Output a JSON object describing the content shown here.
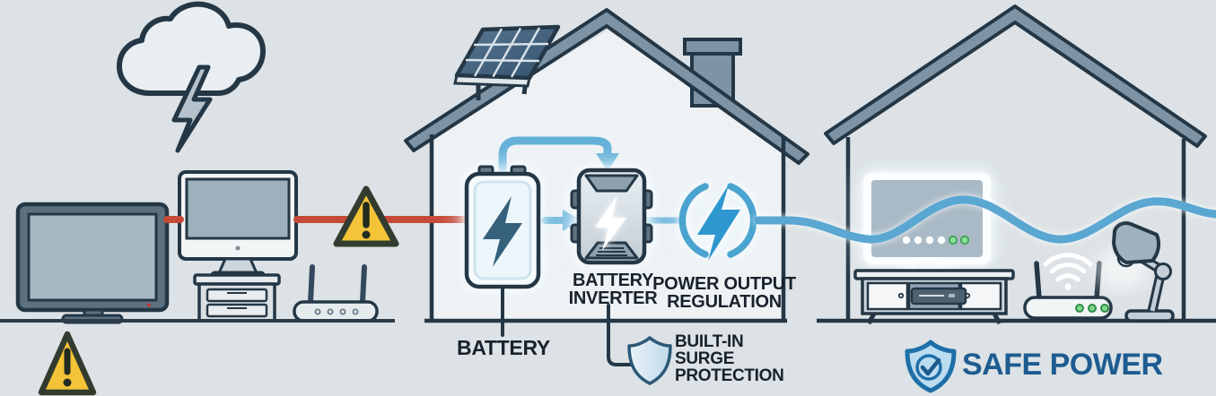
{
  "title": "Battery inverter surge protection diagram",
  "labels": {
    "battery": "BATTERY",
    "battery_inverter": "BATTERY\nINVERTER",
    "power_output_regulation": "POWER OUTPUT\nREGULATION",
    "built_in_surge_protection": "BUILT-IN\nSURGE\nPROTECTION",
    "safe_power": "SAFE POWER"
  },
  "colors": {
    "background": "#dce2e5",
    "house_interior": "#eef2f5",
    "outline": "#243746",
    "roof": "#7e93a3",
    "hazard_line_red": "#c64a38",
    "power_line_blue": "#5aa7d2",
    "arrow_blue": "#63b0d8",
    "accent_bolt_blue": "#2f97cf",
    "battery_bolt_blue": "#35617d",
    "warning_yellow": "#f4c337",
    "warning_border": "#323c2e",
    "led_green": "#7fd98c",
    "safe_power_text_blue": "#1d5c91",
    "shield_fill_blue": "#bcdcf0",
    "shield_border_blue": "#1e6fa8"
  },
  "icons": {
    "storm": "storm-cloud-lightning-icon",
    "warning": "warning-triangle-icon",
    "solar": "solar-panel-icon",
    "battery": "battery-icon",
    "inverter": "battery-inverter-icon",
    "regulation": "power-regulation-icon",
    "surge_shield": "surge-shield-icon",
    "safe_shield": "shield-check-icon",
    "wifi": "wifi-signal-icon"
  }
}
